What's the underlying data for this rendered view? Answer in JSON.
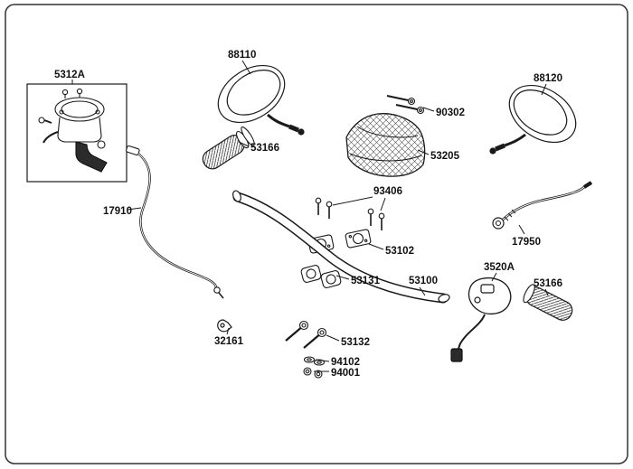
{
  "diagram": {
    "colors": {
      "background": "#ffffff",
      "line": "#1a1a1a"
    },
    "labels": {
      "p5312A": "5312A",
      "p88110": "88110",
      "p88120": "88120",
      "p90302": "90302",
      "p53205": "53205",
      "p53166_left": "53166",
      "p93406": "93406",
      "p17910": "17910",
      "p53102": "53102",
      "p17950": "17950",
      "p53131": "53131",
      "p53100": "53100",
      "p3520A": "3520A",
      "p53166_right": "53166",
      "p32161": "32161",
      "p53132": "53132",
      "p94102": "94102",
      "p94001": "94001"
    }
  }
}
